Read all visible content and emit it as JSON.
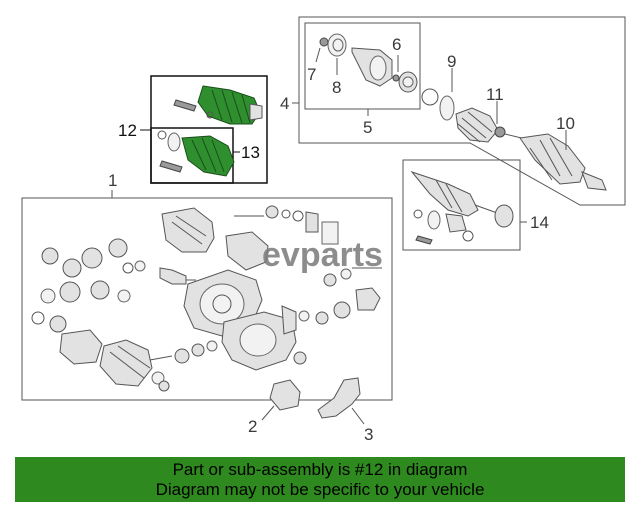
{
  "callouts": {
    "c1": "1",
    "c2": "2",
    "c3": "3",
    "c4": "4",
    "c5": "5",
    "c6": "6",
    "c7": "7",
    "c8": "8",
    "c9": "9",
    "c10": "10",
    "c11": "11",
    "c12": "12",
    "c13": "13",
    "c14": "14"
  },
  "watermark": {
    "text": "evparts"
  },
  "banner": {
    "line1": "Part or sub-assembly is #12 in diagram",
    "line2": "Diagram may not be specific to your vehicle",
    "color": "#2e8a1e"
  },
  "colors": {
    "highlight": "#2f8f2f",
    "line": "#555555"
  }
}
